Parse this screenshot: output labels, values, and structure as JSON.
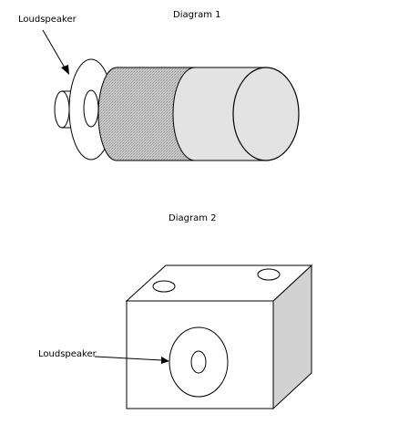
{
  "diagram1": {
    "title": "Diagram 1",
    "label": "Loudspeaker"
  },
  "diagram2": {
    "title": "Diagram 2",
    "label": "Loudspeaker"
  }
}
